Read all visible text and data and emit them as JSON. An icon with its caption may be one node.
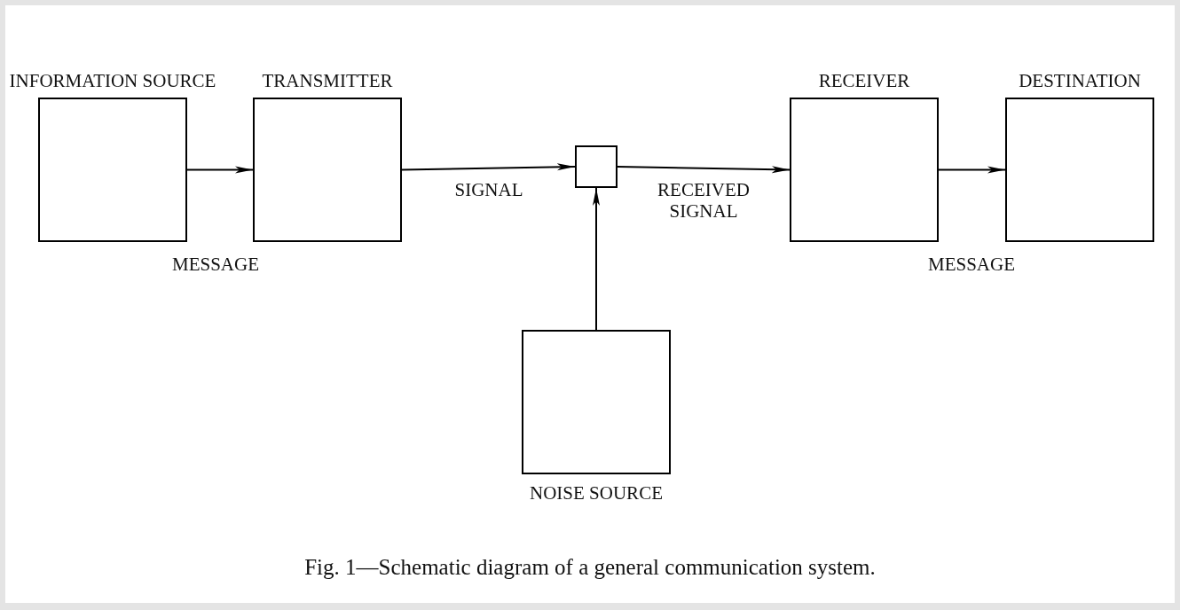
{
  "diagram": {
    "caption": "Fig. 1—Schematic diagram of a general communication system.",
    "nodes": [
      {
        "text": [
          "INFORMATION SOURCE"
        ]
      },
      {
        "text": [
          "TRANSMITTER"
        ]
      },
      {
        "text": [],
        "shape": "box"
      },
      {
        "text": [
          "RECEIVER"
        ]
      },
      {
        "text": [
          "DESTINATION"
        ]
      },
      {
        "text": [
          "NOISE SOURCE"
        ]
      }
    ],
    "edges": [
      {
        "from": 0,
        "to": 1,
        "arrow": "to"
      },
      {
        "from": 1,
        "to": 2,
        "arrow": "to",
        "label": "SIGNAL"
      },
      {
        "from": 2,
        "to": 3,
        "arrow": "to",
        "label": "RECEIVED SIGNAL"
      },
      {
        "from": 3,
        "to": 4,
        "arrow": "to"
      },
      {
        "from": 5,
        "to": 2,
        "arrow": "to"
      }
    ],
    "labels": [
      "MESSAGE",
      "MESSAGE"
    ]
  }
}
